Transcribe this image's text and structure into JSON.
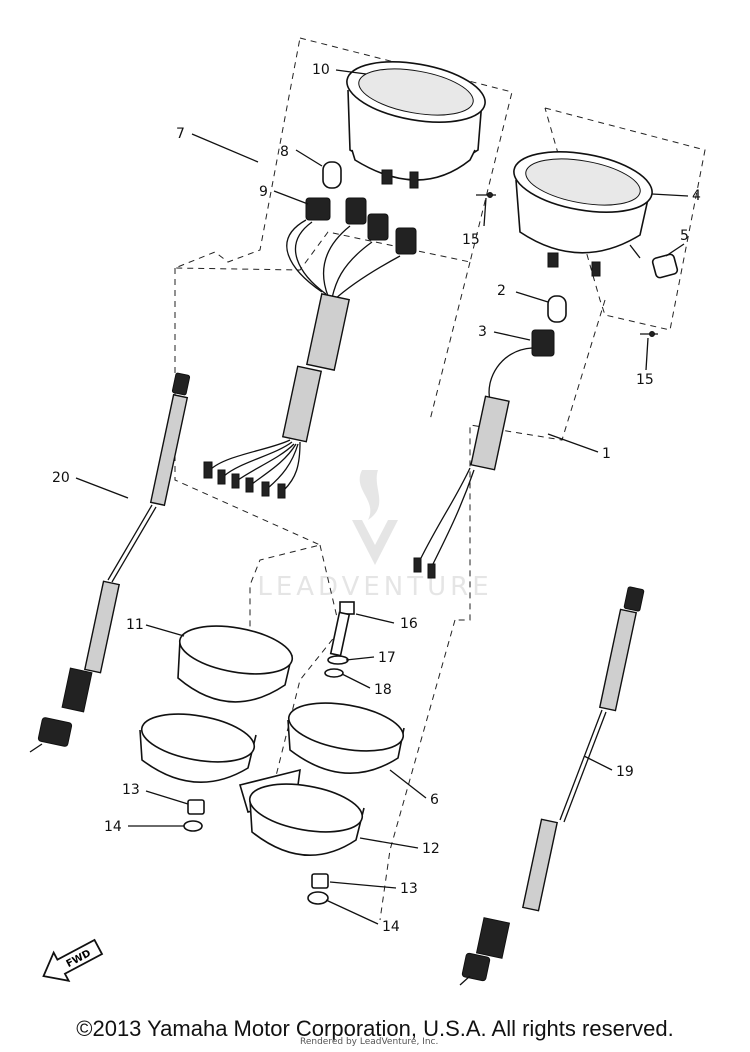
{
  "callouts": [
    {
      "id": "10",
      "text": "10"
    },
    {
      "id": "7",
      "text": "7"
    },
    {
      "id": "8",
      "text": "8"
    },
    {
      "id": "9",
      "text": "9"
    },
    {
      "id": "15a",
      "text": "15"
    },
    {
      "id": "4",
      "text": "4"
    },
    {
      "id": "5",
      "text": "5"
    },
    {
      "id": "2",
      "text": "2"
    },
    {
      "id": "3",
      "text": "3"
    },
    {
      "id": "15b",
      "text": "15"
    },
    {
      "id": "1",
      "text": "1"
    },
    {
      "id": "20",
      "text": "20"
    },
    {
      "id": "16",
      "text": "16"
    },
    {
      "id": "17",
      "text": "17"
    },
    {
      "id": "18",
      "text": "18"
    },
    {
      "id": "11",
      "text": "11"
    },
    {
      "id": "6",
      "text": "6"
    },
    {
      "id": "19",
      "text": "19"
    },
    {
      "id": "13a",
      "text": "13"
    },
    {
      "id": "14a",
      "text": "14"
    },
    {
      "id": "12",
      "text": "12"
    },
    {
      "id": "13b",
      "text": "13"
    },
    {
      "id": "14b",
      "text": "14"
    }
  ],
  "fwd_arrow": {
    "label": "FWD",
    "icon": "fwd-arrow-icon"
  },
  "watermark": {
    "text": "LEADVENTURE",
    "icon": "leadventure-logo-icon"
  },
  "copyright": "©2013 Yamaha Motor Corporation, U.S.A. All rights reserved.",
  "render_note": "Rendered by LeadVenture, Inc."
}
